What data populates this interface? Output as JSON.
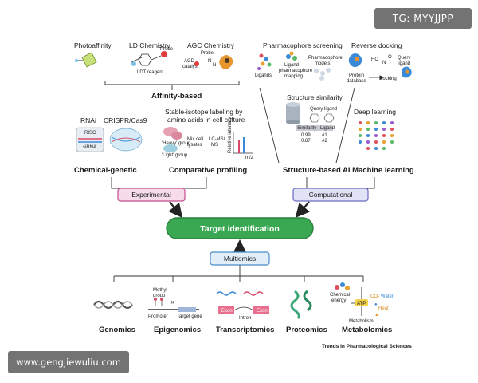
{
  "watermarks": {
    "top": "TG: MYYJJPP",
    "bottom": "www.gengjiewuliu.com"
  },
  "affinity": {
    "photoaffinity": "Photoaffinity",
    "ld_chemistry": "LD Chemistry",
    "agc_chemistry": "AGC Chemistry",
    "probe": "Probe",
    "ldt_reagent": "LDT reagent",
    "agc_catalyst_1": "AGD",
    "agc_catalyst_2": "catalyst",
    "title": "Affinity-based"
  },
  "chemical_genetic": {
    "rnai": "RNAi",
    "crispr": "CRISPR/Cas9",
    "risc": "RISC",
    "sirna": "siRNA",
    "title": "Chemical-genetic"
  },
  "comparative": {
    "desc_1": "Stable-isotope labeling by",
    "desc_2": "amino acids in cell culture",
    "heavy": "'Heavy' group",
    "light": "'Light' group",
    "mix_1": "Mix cell",
    "mix_2": "lysates",
    "lcms_1": "LC-MS/",
    "lcms_2": "MS",
    "rel_intensity": "Relative intensity",
    "mz": "m/z",
    "title": "Comparative profiling"
  },
  "pharmacophore": {
    "title": "Pharmacophore screening",
    "ligands": "Ligands",
    "mapping_1": "Ligand-",
    "mapping_2": "pharmacophore",
    "mapping_3": "mapping",
    "models_1": "Pharmacophore",
    "models_2": "models"
  },
  "reverse_docking": {
    "title": "Reverse docking",
    "query_1": "Query",
    "query_2": "ligand",
    "protein_1": "Protein",
    "protein_2": "database",
    "docking": "Docking"
  },
  "structure": {
    "similarity_title": "Structure similarity",
    "query_ligand": "Query ligand",
    "col_similarity": "Similarity",
    "col_ligand": "Ligand",
    "rows": [
      {
        "similarity": "0.99",
        "ligand": "#1"
      },
      {
        "similarity": "0.87",
        "ligand": "#2"
      }
    ],
    "title": "Structure-based"
  },
  "deep_learning": {
    "title": "Deep learning",
    "ai": "AI Machine learning"
  },
  "hubs": {
    "experimental": "Experimental",
    "computational": "Computational",
    "center": "Target identification",
    "multiomics": "Multiomics"
  },
  "omics": {
    "genomics": "Genomics",
    "epigenomics": "Epigenomics",
    "transcriptomics": "Transcriptomics",
    "proteomics": "Proteomics",
    "metabolomics": "Metabolomics",
    "methyl_1": "Methyl",
    "methyl_2": "group",
    "promoter": "Promoter",
    "target_gene": "Target gene",
    "exon_1": "Exon",
    "exon_2": "Exon",
    "intron": "Intron",
    "chemical_energy_1": "Chemical",
    "chemical_energy_2": "energy",
    "atp": "ATP",
    "co2": "CO₂",
    "water": "Water",
    "heat": "Heat",
    "metabolism": "Metabolism"
  },
  "footer": {
    "journal": "Trends in Pharmacological Sciences"
  },
  "colors": {
    "center_green": "#3aa853",
    "center_border": "#2b7f3c",
    "experimental_fill": "#f6dcea",
    "experimental_border": "#c84b8c",
    "computational_fill": "#e2e2f7",
    "computational_border": "#6b6bc4",
    "multiomics_fill": "#e2eef8",
    "multiomics_border": "#4a8cc8"
  }
}
